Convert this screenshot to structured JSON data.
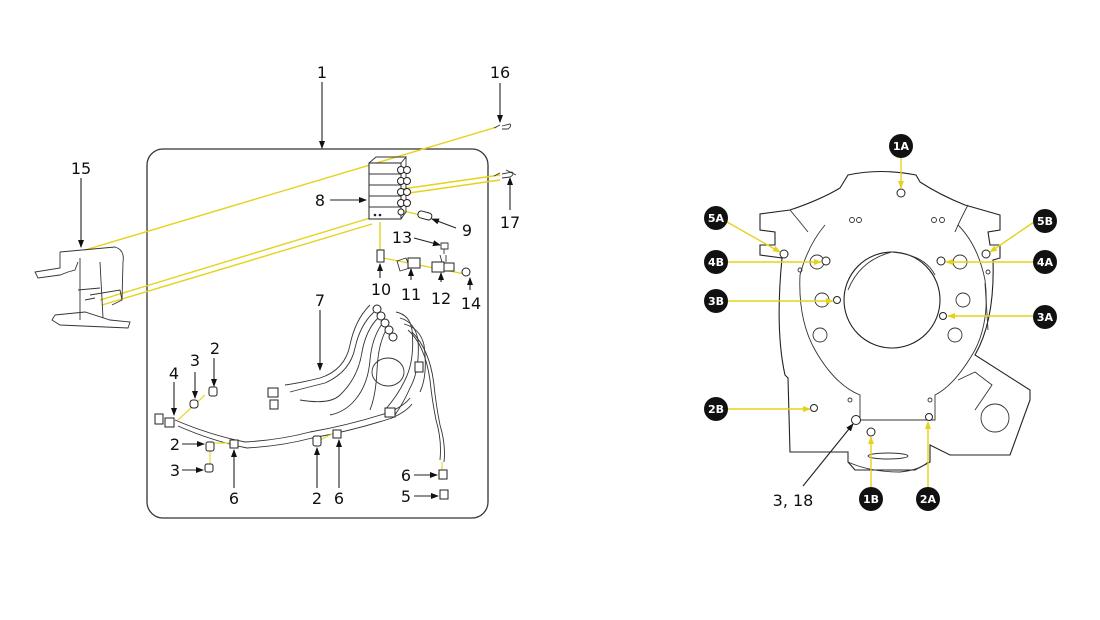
{
  "left_diagram": {
    "title": "Lubrication kit exploded view",
    "callouts": [
      {
        "id": "c1",
        "label": "1"
      },
      {
        "id": "c16",
        "label": "16"
      },
      {
        "id": "c15",
        "label": "15"
      },
      {
        "id": "c8",
        "label": "8"
      },
      {
        "id": "c9",
        "label": "9"
      },
      {
        "id": "c17",
        "label": "17"
      },
      {
        "id": "c13",
        "label": "13"
      },
      {
        "id": "c10",
        "label": "10"
      },
      {
        "id": "c11",
        "label": "11"
      },
      {
        "id": "c12",
        "label": "12"
      },
      {
        "id": "c14",
        "label": "14"
      },
      {
        "id": "c7",
        "label": "7"
      },
      {
        "id": "c4",
        "label": "4"
      },
      {
        "id": "c3a",
        "label": "3"
      },
      {
        "id": "c2a",
        "label": "2"
      },
      {
        "id": "c2b",
        "label": "2"
      },
      {
        "id": "c3b",
        "label": "3"
      },
      {
        "id": "c6a",
        "label": "6"
      },
      {
        "id": "c2c",
        "label": "2"
      },
      {
        "id": "c6b",
        "label": "6"
      },
      {
        "id": "c6c",
        "label": "6"
      },
      {
        "id": "c5",
        "label": "5"
      }
    ]
  },
  "right_diagram": {
    "title": "Engine housing lubrication points",
    "badges": [
      {
        "id": "b1A",
        "label": "1A"
      },
      {
        "id": "b5A",
        "label": "5A"
      },
      {
        "id": "b5B",
        "label": "5B"
      },
      {
        "id": "b4B",
        "label": "4B"
      },
      {
        "id": "b4A",
        "label": "4A"
      },
      {
        "id": "b3B",
        "label": "3B"
      },
      {
        "id": "b3A",
        "label": "3A"
      },
      {
        "id": "b2B",
        "label": "2B"
      },
      {
        "id": "b1B",
        "label": "1B"
      },
      {
        "id": "b2A",
        "label": "2A"
      }
    ],
    "callouts": [
      {
        "id": "c318",
        "label": "3, 18"
      }
    ]
  },
  "colors": {
    "leader_yellow": "#e6d21a",
    "badge_black": "#111111",
    "line": "#222222"
  }
}
